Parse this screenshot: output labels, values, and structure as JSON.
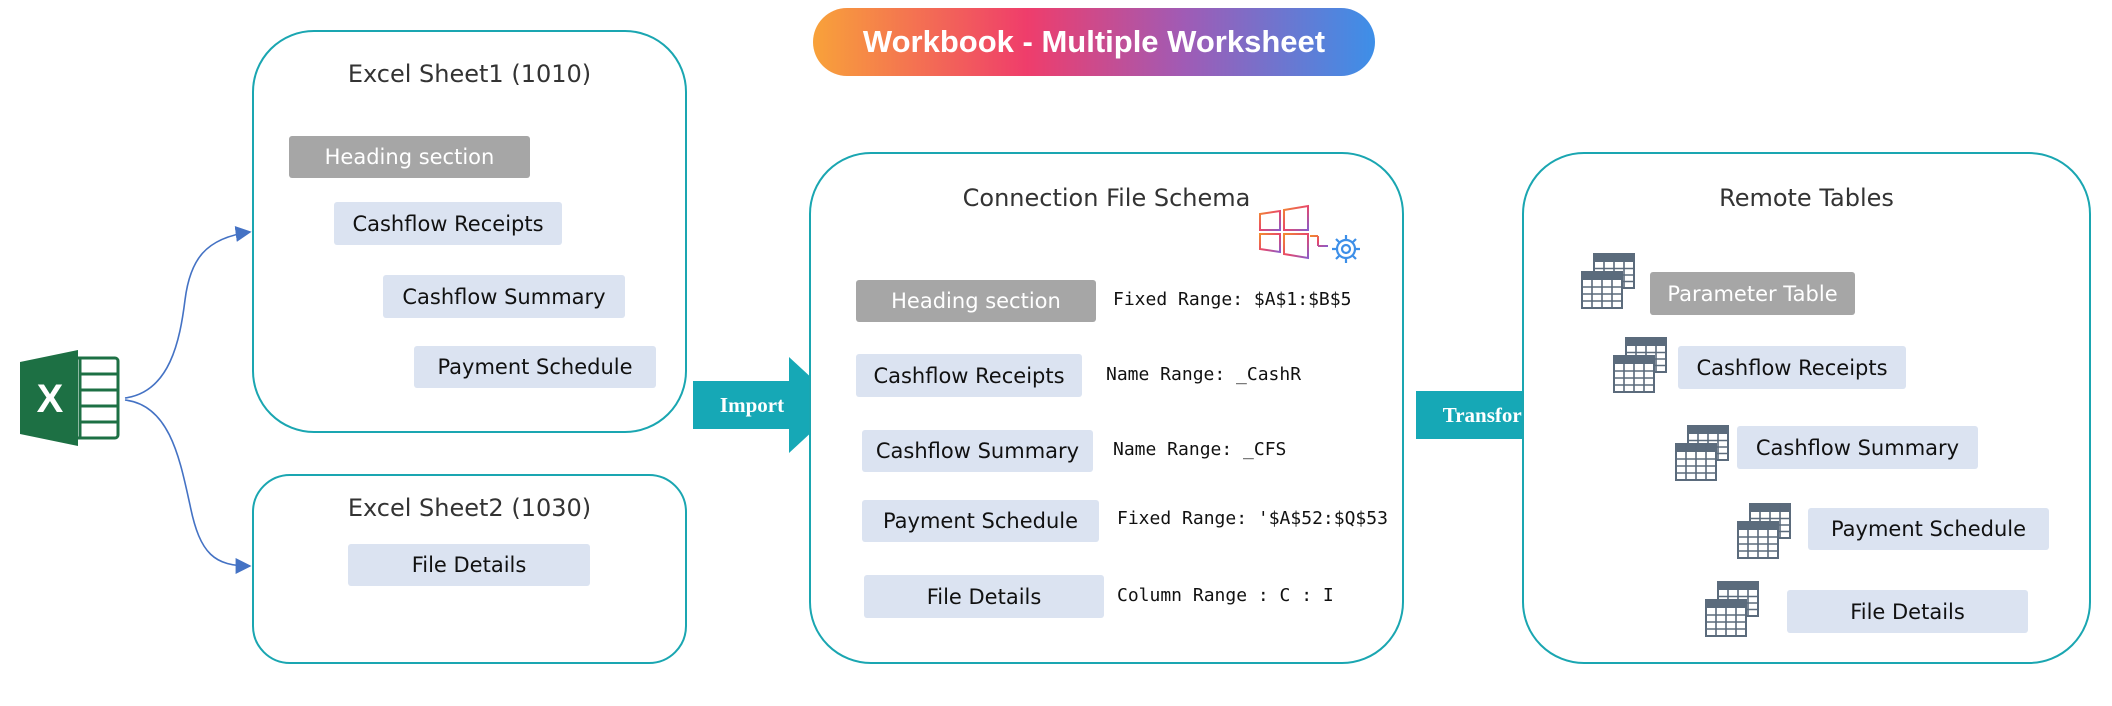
{
  "title": "Workbook - Multiple Worksheet",
  "sheet1": {
    "title": "Excel Sheet1 (1010)",
    "items": [
      "Heading section",
      "Cashflow Receipts",
      "Cashflow Summary",
      "Payment Schedule"
    ]
  },
  "sheet2": {
    "title": "Excel Sheet2 (1030)",
    "items": [
      "File Details"
    ]
  },
  "import_label": "Import",
  "transform_label": "Transform",
  "schema": {
    "title": "Connection File Schema",
    "rows": [
      {
        "item": "Heading section",
        "range": "Fixed Range: $A$1:$B$5"
      },
      {
        "item": "Cashflow Receipts",
        "range": "Name Range: _CashR"
      },
      {
        "item": "Cashflow Summary",
        "range": "Name Range: _CFS"
      },
      {
        "item": "Payment Schedule",
        "range": "Fixed Range: '$A$52:$Q$53"
      },
      {
        "item": "File Details",
        "range": "Column Range : C : I"
      }
    ]
  },
  "remote": {
    "title": "Remote Tables",
    "items": [
      "Parameter Table",
      "Cashflow Receipts",
      "Cashflow Summary",
      "Payment Schedule",
      "File Details"
    ]
  },
  "colors": {
    "panel_border": "#1aa6b1",
    "arrow": "#16a8b6",
    "box_blue": "#dbe3f1",
    "box_gray": "#a6a6a6",
    "excel_green": "#1d7044"
  },
  "icons": [
    "excel-icon",
    "windows-gear-icon",
    "table-icon"
  ]
}
